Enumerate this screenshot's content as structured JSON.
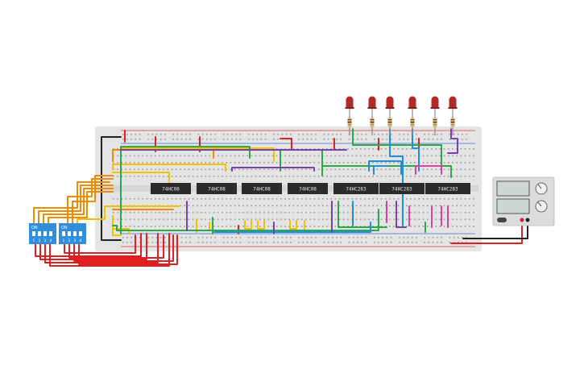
{
  "colors": {
    "background": "#ffffff",
    "breadboard": "#e4e4e4",
    "hole": "#9a9a9a",
    "rail_red": "#e03a3a",
    "rail_blue": "#3a6fd8",
    "chip": "#2b2b2b",
    "dip_switch": "#2f8fdc",
    "led": "#b02a2a",
    "psu": "#dcdcdc",
    "wire_red": "#e02020",
    "wire_orange": "#f08a00",
    "wire_yellow": "#f2c200",
    "wire_green": "#2aa84a",
    "wire_blue": "#1d8fe0",
    "wire_purple": "#7a3fb0",
    "wire_pink": "#e03fa0",
    "wire_black": "#222222"
  },
  "chips": [
    {
      "label": "74HC08"
    },
    {
      "label": "74HC08"
    },
    {
      "label": "74HC08"
    },
    {
      "label": "74HC08"
    },
    {
      "label": "74HC283"
    },
    {
      "label": "74HC283"
    },
    {
      "label": "74HC283"
    }
  ],
  "dip_switches": [
    {
      "on_label": "ON",
      "numbers": [
        "1",
        "2",
        "3",
        "4"
      ]
    },
    {
      "on_label": "ON",
      "numbers": [
        "1",
        "2",
        "3",
        "4"
      ]
    }
  ],
  "leds": [
    {
      "icon": "led-icon"
    },
    {
      "icon": "led-icon"
    },
    {
      "icon": "led-icon"
    },
    {
      "icon": "led-icon"
    },
    {
      "icon": "led-icon"
    },
    {
      "icon": "led-icon"
    }
  ],
  "power_supply": {
    "icon": "power-supply-icon"
  }
}
